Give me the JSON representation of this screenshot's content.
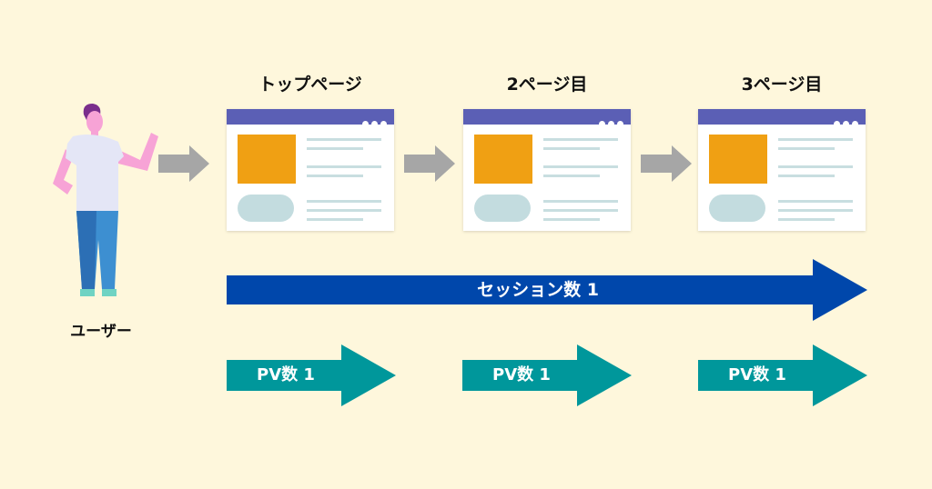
{
  "user": {
    "label": "ユーザー"
  },
  "pages": [
    {
      "title": "トップページ"
    },
    {
      "title": "2ページ目"
    },
    {
      "title": "3ページ目"
    }
  ],
  "session_arrow": {
    "label": "セッション数 1",
    "color": "#0047AB"
  },
  "pv_arrows": [
    {
      "label": "PV数 1"
    },
    {
      "label": "PV数 1"
    },
    {
      "label": "PV数 1"
    }
  ],
  "colors": {
    "background": "#FEF7DC",
    "browser_bar": "#5B5FB5",
    "image_block": "#F0A013",
    "pv_arrow": "#00979B",
    "flow_arrow": "#A6A6A6"
  }
}
